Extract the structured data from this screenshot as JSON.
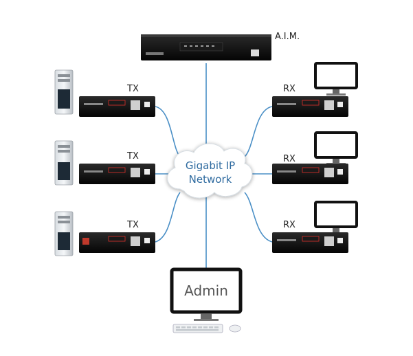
{
  "diagram": {
    "aim_label": "A.I.M.",
    "cloud": {
      "line1": "Gigabit IP",
      "line2": "Network"
    },
    "tx_label": "TX",
    "rx_label": "RX",
    "admin_label": "Admin",
    "colors": {
      "line": "#4a8fc6",
      "device_body": "#111111",
      "cloud_fill": "#ffffff",
      "cloud_text": "#2d6a9f",
      "screen": "#ffffff"
    }
  }
}
